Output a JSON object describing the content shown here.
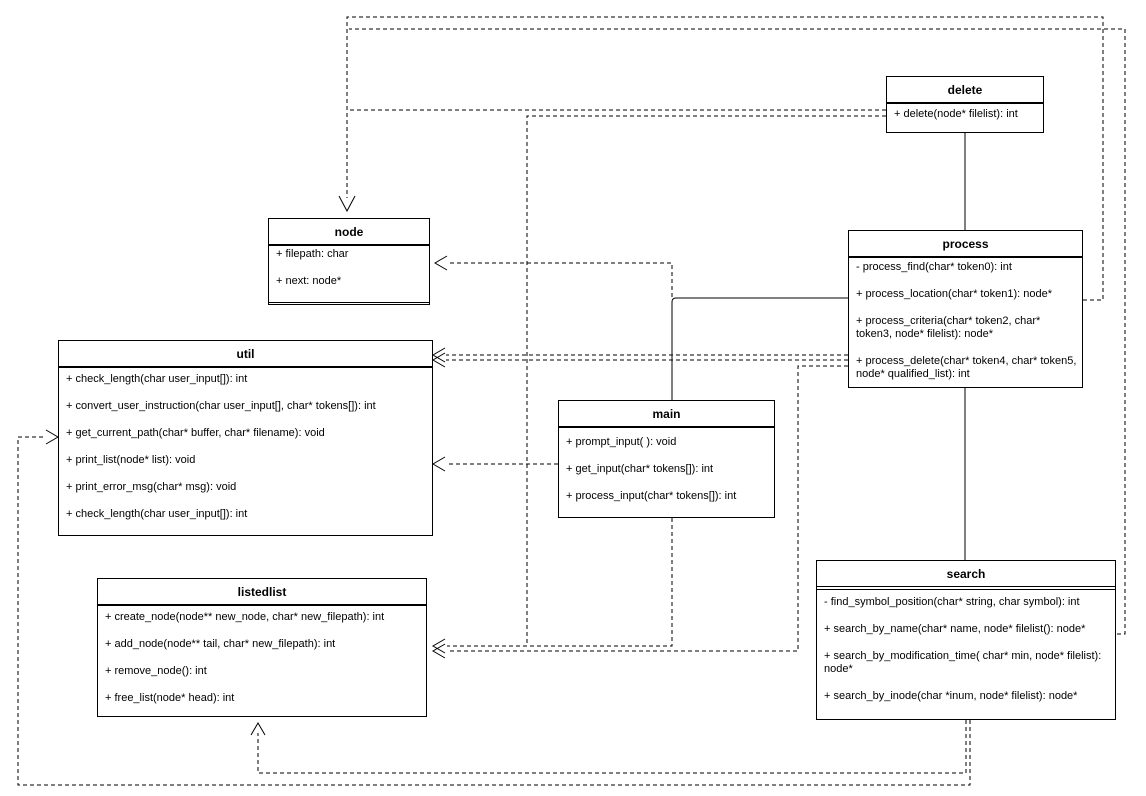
{
  "diagram": {
    "title": "UML class diagram",
    "line_color": "#000000",
    "background_color": "#ffffff",
    "classes": [
      {
        "id": "delete",
        "name": "delete",
        "members": [
          "+ delete(node* filelist): int"
        ]
      },
      {
        "id": "node",
        "name": "node",
        "members": [
          "+ filepath: char",
          "+ next: node*"
        ]
      },
      {
        "id": "process",
        "name": "process",
        "members": [
          "- process_find(char* token0): int",
          "+ process_location(char* token1): node*",
          "+ process_criteria(char* token2, char* token3, node* filelist): node*",
          "+ process_delete(char* token4, char* token5, node* qualified_list): int"
        ]
      },
      {
        "id": "util",
        "name": "util",
        "members": [
          "+ check_length(char user_input[]): int",
          "+ convert_user_instruction(char user_input[], char* tokens[]): int",
          "+ get_current_path(char* buffer, char* filename): void",
          "+ print_list(node* list): void",
          "+ print_error_msg(char* msg): void",
          "+ check_length(char user_input[]): int"
        ]
      },
      {
        "id": "main",
        "name": "main",
        "members": [
          "+ prompt_input( ): void",
          "+ get_input(char* tokens[]): int",
          "+ process_input(char* tokens[]): int"
        ]
      },
      {
        "id": "listedlist",
        "name": "listedlist",
        "members": [
          "+ create_node(node** new_node, char* new_filepath): int",
          "+ add_node(node** tail, char* new_filepath): int",
          "+ remove_node(): int",
          "+ free_list(node* head): int"
        ]
      },
      {
        "id": "search",
        "name": "search",
        "members": [
          "- find_symbol_position(char* string, char symbol): int",
          "+ search_by_name(char* name, node* filelist(): node*",
          "+ search_by_modification_time( char* min, node* filelist): node*",
          "+ search_by_inode(char *inum, node* filelist): node*"
        ]
      }
    ],
    "relationships": [
      {
        "from": "delete",
        "to": "process",
        "style": "solid"
      },
      {
        "from": "process",
        "to": "search",
        "style": "solid"
      },
      {
        "from": "main",
        "to": "process",
        "style": "solid"
      },
      {
        "from": "process",
        "to": "node",
        "style": "dashed-dependency"
      },
      {
        "from": "search",
        "to": "node",
        "style": "dashed-dependency"
      },
      {
        "from": "delete",
        "to": "node",
        "style": "dashed-dependency"
      },
      {
        "from": "main",
        "to": "node",
        "style": "dashed-dependency"
      },
      {
        "from": "process",
        "to": "util",
        "style": "dashed-dependency"
      },
      {
        "from": "main",
        "to": "util",
        "style": "dashed-dependency"
      },
      {
        "from": "search",
        "to": "util",
        "style": "dashed-dependency"
      },
      {
        "from": "delete",
        "to": "listedlist",
        "style": "dashed-dependency"
      },
      {
        "from": "main",
        "to": "listedlist",
        "style": "dashed-dependency"
      },
      {
        "from": "process",
        "to": "listedlist",
        "style": "dashed-dependency"
      },
      {
        "from": "search",
        "to": "listedlist",
        "style": "dashed-dependency"
      }
    ]
  }
}
